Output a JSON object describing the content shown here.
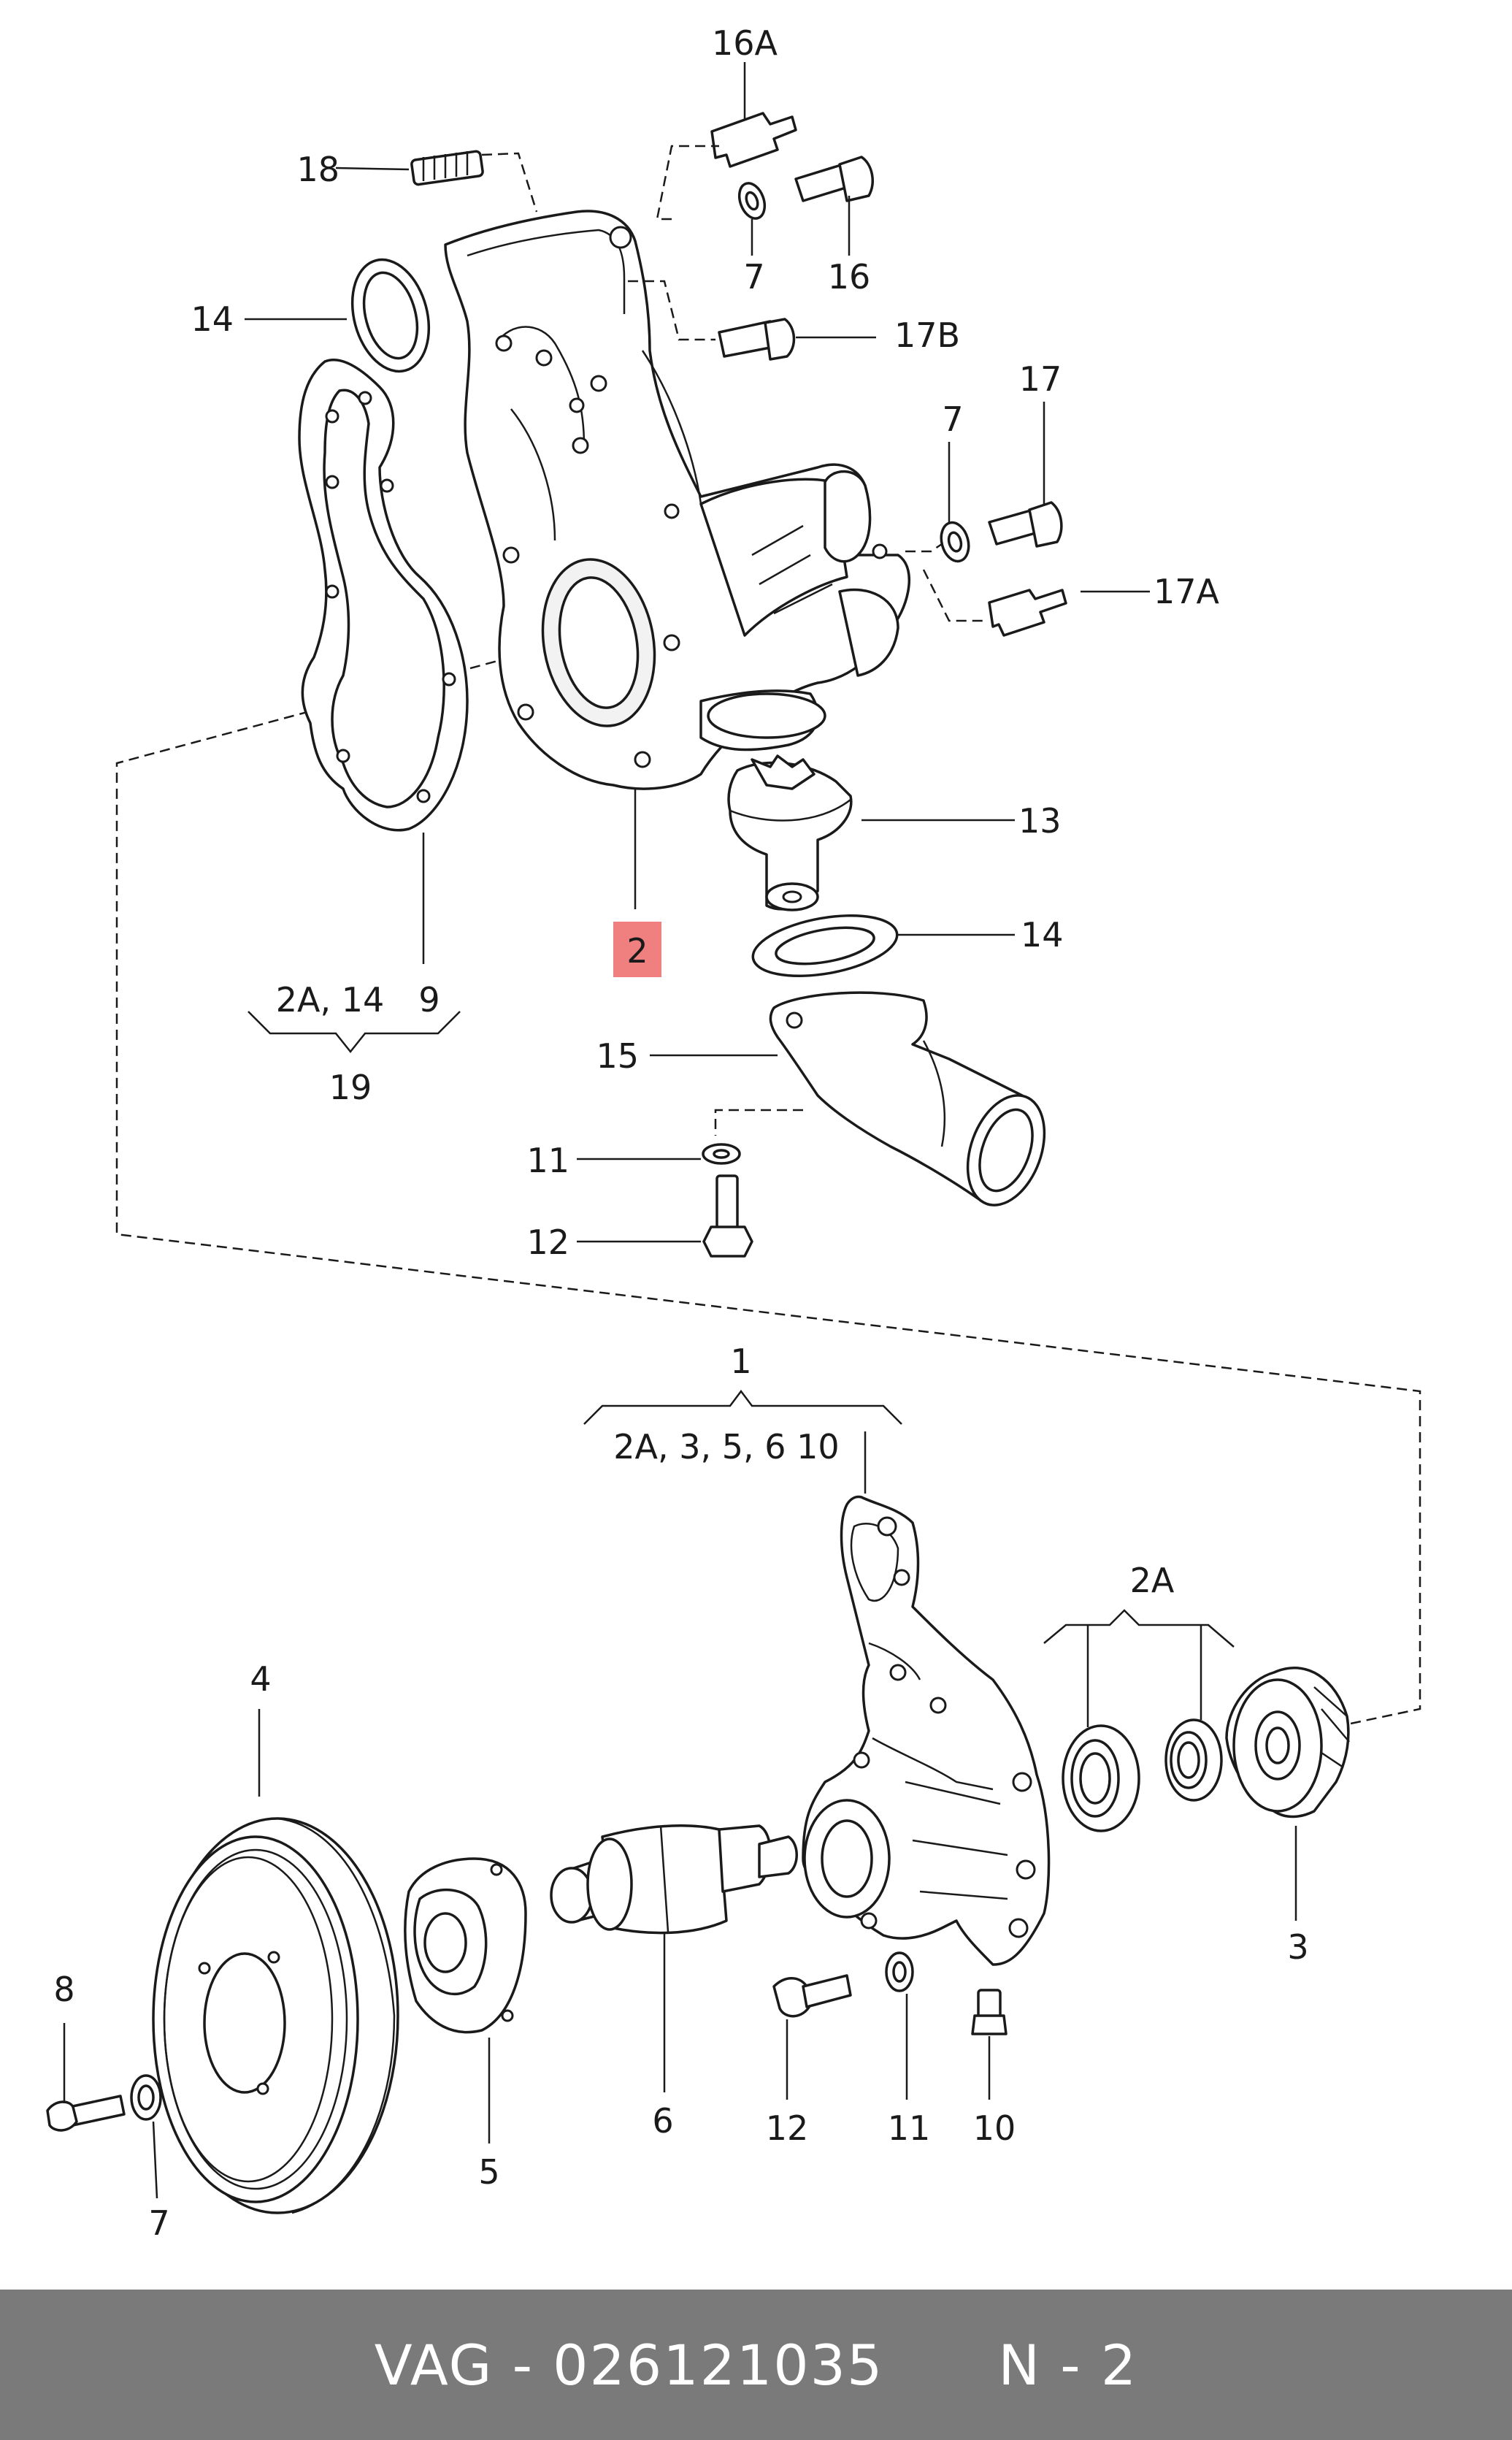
{
  "labels": {
    "l16a": "16A",
    "l18": "18",
    "l7_top": "7",
    "l16": "16",
    "l14_top": "14",
    "l17b": "17B",
    "l7_mid": "7",
    "l17": "17",
    "l17a": "17A",
    "l13": "13",
    "l14_mid": "14",
    "l2": "2",
    "l15": "15",
    "l11_top": "11",
    "l12_top": "12",
    "l2a14": "2A, 14",
    "l9": "9",
    "l19": "19",
    "l1": "1",
    "l2a3510": "2A, 3, 5, 6  10",
    "l2a_right": "2A",
    "l4": "4",
    "l3": "3",
    "l8": "8",
    "l7_bot": "7",
    "l5": "5",
    "l6": "6",
    "l12_bot": "12",
    "l11_bot": "11",
    "l10": "10"
  },
  "highlight": {
    "label": "2",
    "color": "#f08080"
  },
  "footer": {
    "text": "VAG - 026121035      N - 2"
  },
  "colors": {
    "line": "#1a1a1a",
    "footer_bg": "#7a7a7a",
    "footer_text": "#ffffff"
  }
}
